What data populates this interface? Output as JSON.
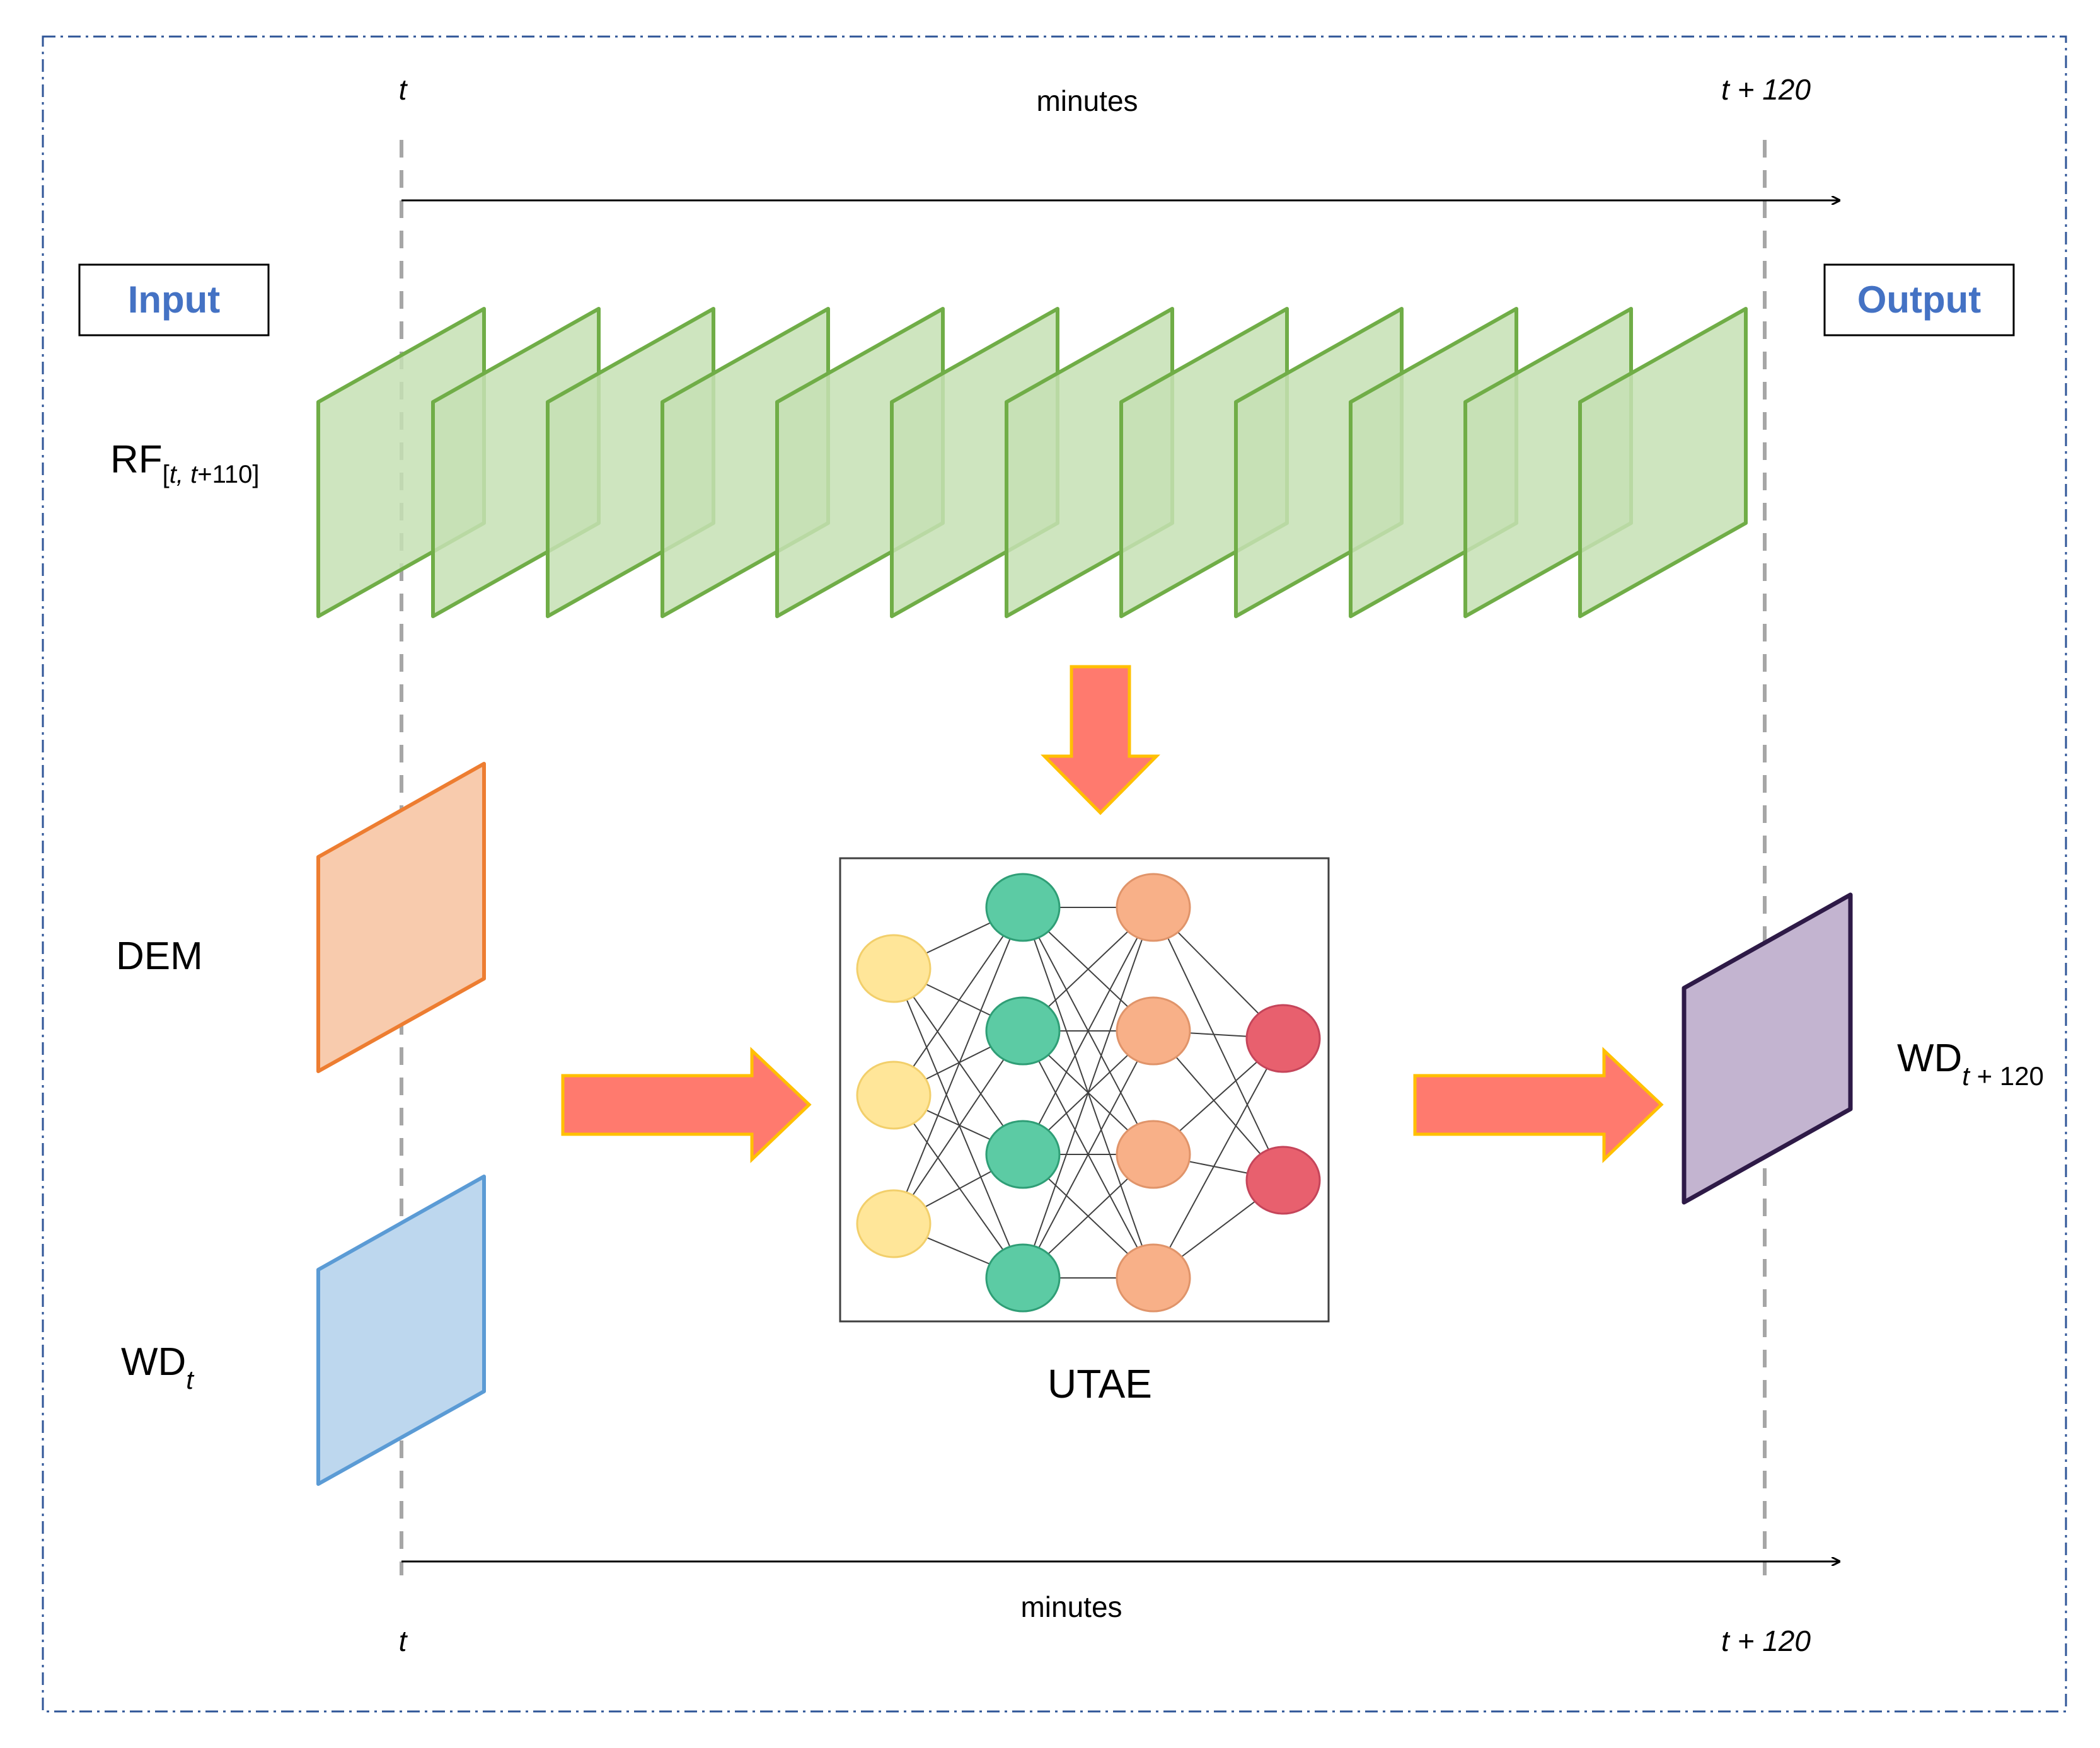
{
  "top_axis": {
    "start_label": "t",
    "end_label": "t + 120",
    "unit_label": "minutes"
  },
  "bottom_axis": {
    "start_label": "t",
    "end_label": "t + 120",
    "unit_label": "minutes"
  },
  "input_box": {
    "label": "Input"
  },
  "output_box": {
    "label": "Output"
  },
  "rainfall": {
    "base": "RF",
    "subscript_italic": "t, t",
    "subscript_plain": "+110",
    "bracket_open": "[",
    "bracket_close": "]",
    "frame_count": 12
  },
  "dem": {
    "label": "DEM"
  },
  "water_depth_input": {
    "base": "WD",
    "subscript": "t"
  },
  "water_depth_output": {
    "base": "WD",
    "subscript_italic": "t",
    "subscript_plain": " + 120"
  },
  "model": {
    "label": "UTAE"
  },
  "network": {
    "layers": [
      3,
      4,
      4,
      2
    ]
  },
  "colors": {
    "frame_rf_fill": "#c5e0b4",
    "frame_rf_stroke": "#70ad47",
    "frame_dem_fill": "#f8cbad",
    "frame_dem_stroke": "#ed7d31",
    "frame_wd_fill": "#bdd7ee",
    "frame_wd_stroke": "#5b9bd5",
    "frame_out_fill": "#c3b4d0",
    "frame_out_stroke": "#2e1a47",
    "arrow_fill": "#ff7a6e",
    "arrow_stroke": "#ffc000",
    "node_input": "#ffe699",
    "node_hidden1": "#5ccba4",
    "node_hidden2": "#f8b088",
    "node_output": "#e8606e",
    "label_blue": "#4472c4",
    "border_dash": "#2f5597"
  }
}
